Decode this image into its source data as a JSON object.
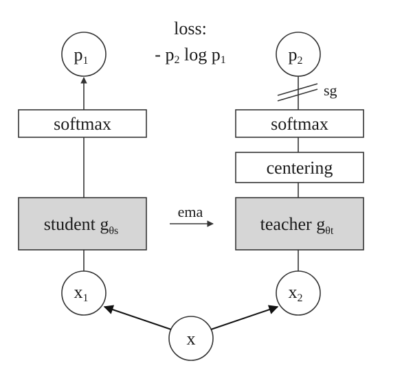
{
  "loss": {
    "title": "loss:",
    "minus": "- p",
    "sub_a": "2",
    "mid": " log p",
    "sub_b": "1"
  },
  "nodes": {
    "p1": {
      "base": "p",
      "sub": "1"
    },
    "p2": {
      "base": "p",
      "sub": "2"
    },
    "x1": {
      "base": "x",
      "sub": "1"
    },
    "x2": {
      "base": "x",
      "sub": "2"
    },
    "x": {
      "base": "x"
    }
  },
  "student": {
    "softmax_label": "softmax",
    "name": "student g",
    "sub": "θs"
  },
  "teacher": {
    "softmax_label": "softmax",
    "centering_label": "centering",
    "name": "teacher g",
    "sub": "θt"
  },
  "ema_label": "ema",
  "sg_label": "sg"
}
